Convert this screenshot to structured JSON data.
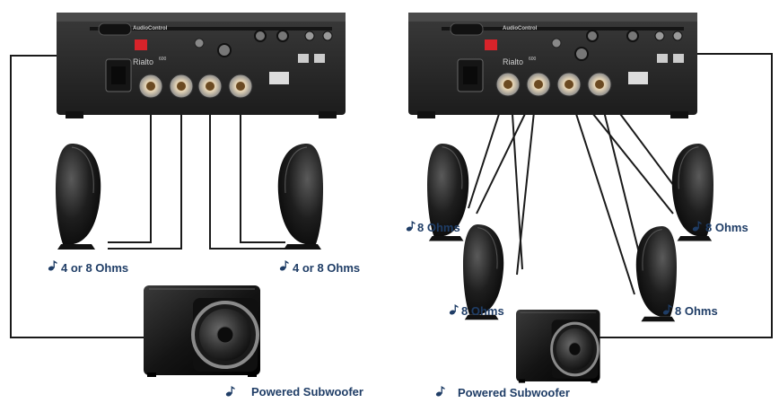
{
  "config_left": {
    "amplifier": {
      "brand": "AudioControl",
      "model": "Rialto",
      "model_suffix": "600"
    },
    "speaker_labels": [
      "4 or 8 Ohms",
      "4 or 8 Ohms"
    ],
    "subwoofer_label": "Powered Subwoofer"
  },
  "config_right": {
    "amplifier": {
      "brand": "AudioControl",
      "model": "Rialto",
      "model_suffix": "600"
    },
    "speaker_labels": [
      "8 Ohms",
      "8 Ohms",
      "8 Ohms",
      "8 Ohms"
    ],
    "subwoofer_label": "Powered Subwoofer"
  },
  "icons": {
    "label_marker": "music-note-icon"
  },
  "colors": {
    "label_text": "#1f3d66",
    "wire": "#1a1a1a",
    "amplifier_body": "#2b2b2b",
    "power_switch": "#d8232a"
  }
}
